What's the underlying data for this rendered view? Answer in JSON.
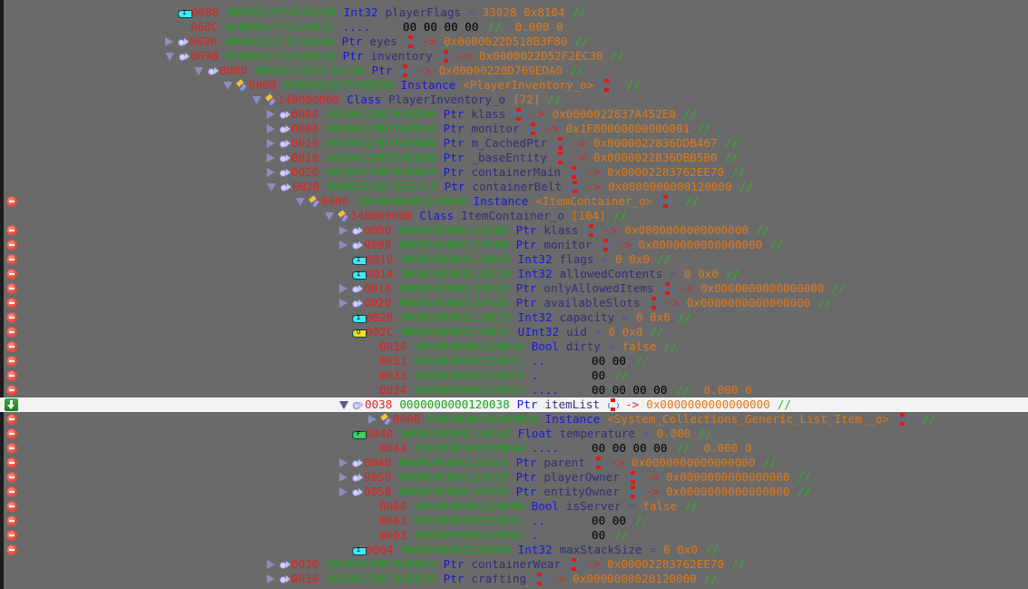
{
  "gutter": {
    "breakpoint_icon": "breakpoint-remove-icon",
    "current_icon": "instruction-pointer-icon"
  },
  "rows": [
    {
      "indent": 196,
      "kind": "int32",
      "offset": "0688",
      "addr": "0000022CF41AAE88",
      "type": "Int32",
      "name": "playerFlags",
      "value": "33028 0x8104",
      "bp": false
    },
    {
      "indent": 196,
      "kind": "pad",
      "offset": "068C",
      "addr": "0000022CF41AAE8C",
      "type": "....",
      "hex": "00 00 00 00",
      "tail": "0.000 0",
      "bp": false
    },
    {
      "indent": 182,
      "kind": "ptr",
      "tw": "c",
      "offset": "0690",
      "addr": "0000022CF41AAE90",
      "type": "Ptr",
      "name": "eyes",
      "target": "0x0000022D518B3F80",
      "bp": false
    },
    {
      "indent": 182,
      "kind": "ptr",
      "tw": "o",
      "offset": "0698",
      "addr": "0000022CF41AAE98",
      "type": "Ptr",
      "name": "inventory",
      "target": "0x0000022D52F2EC30",
      "bp": false
    },
    {
      "indent": 214,
      "kind": "ptr",
      "tw": "o",
      "offset": "0000",
      "addr": "0000022D52F2EC30",
      "type": "Ptr",
      "name": "",
      "target": "0x00000228D769EDA0",
      "bp": false
    },
    {
      "indent": 246,
      "kind": "inst",
      "tw": "o",
      "offset": "0000",
      "addr": "00000228D769EDA0",
      "type": "Instance",
      "name": "<PlayerInventory_o>",
      "bp": false
    },
    {
      "indent": 278,
      "kind": "class",
      "tw": "o",
      "offset": "140000000",
      "type": "Class",
      "name": "PlayerInventory_o",
      "size": "[72]",
      "bp": false
    },
    {
      "indent": 294,
      "kind": "ptr",
      "tw": "c",
      "offset": "0000",
      "addr": "00000228D769EDA0",
      "type": "Ptr",
      "name": "klass",
      "target": "0x0000022837A452E0",
      "bp": false
    },
    {
      "indent": 294,
      "kind": "ptr",
      "tw": "c",
      "offset": "0008",
      "addr": "00000228D769EDA8",
      "type": "Ptr",
      "name": "monitor",
      "target": "0x1F80000000000001",
      "bp": false
    },
    {
      "indent": 294,
      "kind": "ptr",
      "tw": "c",
      "offset": "0010",
      "addr": "00000228D769EDB0",
      "type": "Ptr",
      "name": "m_CachedPtr",
      "target": "0x0000022836DDB467",
      "bp": false
    },
    {
      "indent": 294,
      "kind": "ptr",
      "tw": "c",
      "offset": "0018",
      "addr": "00000228D769EDB8",
      "type": "Ptr",
      "name": "_baseEntity",
      "target": "0x0000022836DBB5B0",
      "bp": false
    },
    {
      "indent": 294,
      "kind": "ptr",
      "tw": "c",
      "offset": "0020",
      "addr": "00000228D769EDC0",
      "type": "Ptr",
      "name": "containerMain",
      "target": "0x00002283762EE70",
      "bp": false
    },
    {
      "indent": 294,
      "kind": "ptr",
      "tw": "o",
      "offset": "0028",
      "addr": "00000228D769EDC8",
      "type": "Ptr",
      "name": "containerBelt",
      "target": "0x0000000000120000",
      "bp": false
    },
    {
      "indent": 326,
      "kind": "inst",
      "tw": "o",
      "offset": "0000",
      "addr": "0000000000120000",
      "type": "Instance",
      "name": "<ItemContainer_o>",
      "bp": true
    },
    {
      "indent": 358,
      "kind": "class",
      "tw": "o",
      "offset": "140000000",
      "type": "Class",
      "name": "ItemContainer_o",
      "size": "[104]",
      "bp": false
    },
    {
      "indent": 374,
      "kind": "ptr",
      "tw": "c",
      "offset": "0000",
      "addr": "0000000000120000",
      "type": "Ptr",
      "name": "klass",
      "target": "0x0000000000000000",
      "bp": true
    },
    {
      "indent": 374,
      "kind": "ptr",
      "tw": "c",
      "offset": "0008",
      "addr": "0000000000120008",
      "type": "Ptr",
      "name": "monitor",
      "target": "0x0000000000000000",
      "bp": true
    },
    {
      "indent": 388,
      "kind": "int32",
      "offset": "0010",
      "addr": "0000000000120010",
      "type": "Int32",
      "name": "flags",
      "value": "0 0x0",
      "bp": true
    },
    {
      "indent": 388,
      "kind": "int32",
      "offset": "0014",
      "addr": "0000000000120014",
      "type": "Int32",
      "name": "allowedContents",
      "value": "0 0x0",
      "bp": true
    },
    {
      "indent": 374,
      "kind": "ptr",
      "tw": "c",
      "offset": "0018",
      "addr": "0000000000120018",
      "type": "Ptr",
      "name": "onlyAllowedItems",
      "target": "0x0000000000000000",
      "bp": true
    },
    {
      "indent": 374,
      "kind": "ptr",
      "tw": "c",
      "offset": "0020",
      "addr": "0000000000120020",
      "type": "Ptr",
      "name": "availableSlots",
      "target": "0x0000000000000000",
      "bp": true
    },
    {
      "indent": 388,
      "kind": "int32",
      "offset": "0028",
      "addr": "0000000000120028",
      "type": "Int32",
      "name": "capacity",
      "value": "0 0x0",
      "bp": true
    },
    {
      "indent": 388,
      "kind": "uint32",
      "offset": "002C",
      "addr": "000000000012002C",
      "type": "UInt32",
      "name": "uid",
      "value": "0 0x0",
      "bp": true
    },
    {
      "indent": 404,
      "kind": "bool",
      "offset": "0030",
      "addr": "0000000000120030",
      "type": "Bool",
      "name": "dirty",
      "value": "false",
      "bp": true
    },
    {
      "indent": 404,
      "kind": "pad",
      "offset": "0031",
      "addr": "0000000000120031",
      "type": "..",
      "hex": "00 00",
      "bp": true
    },
    {
      "indent": 404,
      "kind": "pad",
      "offset": "0033",
      "addr": "0000000000120033",
      "type": ".",
      "hex": "00",
      "bp": true
    },
    {
      "indent": 404,
      "kind": "pad",
      "offset": "0034",
      "addr": "0000000000120034",
      "type": "....",
      "hex": "00 00 00 00",
      "tail": "0.000 0",
      "bp": true
    },
    {
      "indent": 374,
      "kind": "ptr",
      "tw": "o",
      "offset": "0038",
      "addr": "0000000000120038",
      "type": "Ptr",
      "name": "itemList",
      "target": "0x0000000000000000",
      "bp": false,
      "selected": true
    },
    {
      "indent": 406,
      "kind": "inst",
      "tw": "c",
      "offset": "0000",
      "addr": "0000000000000000",
      "type": "Instance",
      "name": "<System_Collections_Generic_List_Item__o>",
      "bp": true
    },
    {
      "indent": 388,
      "kind": "float",
      "offset": "0040",
      "addr": "0000000000120040",
      "type": "Float",
      "name": "temperature",
      "value": "0.000",
      "bp": true
    },
    {
      "indent": 404,
      "kind": "pad",
      "offset": "0044",
      "addr": "0000000000120044",
      "type": "....",
      "hex": "00 00 00 00",
      "tail": "0.000 0",
      "bp": true
    },
    {
      "indent": 374,
      "kind": "ptr",
      "tw": "c",
      "offset": "0048",
      "addr": "0000000000120048",
      "type": "Ptr",
      "name": "parent",
      "target": "0x0000000000000000",
      "bp": true
    },
    {
      "indent": 374,
      "kind": "ptr",
      "tw": "c",
      "offset": "0050",
      "addr": "0000000000120050",
      "type": "Ptr",
      "name": "playerOwner",
      "target": "0x0000000000000000",
      "bp": true
    },
    {
      "indent": 374,
      "kind": "ptr",
      "tw": "c",
      "offset": "0058",
      "addr": "0000000000120058",
      "type": "Ptr",
      "name": "entityOwner",
      "target": "0x0000000000000000",
      "bp": true
    },
    {
      "indent": 404,
      "kind": "bool",
      "offset": "0060",
      "addr": "0000000000120060",
      "type": "Bool",
      "name": "isServer",
      "value": "false",
      "bp": true
    },
    {
      "indent": 404,
      "kind": "pad",
      "offset": "0061",
      "addr": "0000000000120061",
      "type": "..",
      "hex": "00 00",
      "bp": true
    },
    {
      "indent": 404,
      "kind": "pad",
      "offset": "0063",
      "addr": "0000000000120063",
      "type": ".",
      "hex": "00",
      "bp": true
    },
    {
      "indent": 388,
      "kind": "int32",
      "offset": "0064",
      "addr": "0000000000120064",
      "type": "Int32",
      "name": "maxStackSize",
      "value": "0 0x0",
      "bp": true
    },
    {
      "indent": 294,
      "kind": "ptr",
      "tw": "c",
      "offset": "0030",
      "addr": "00000228D769EDD0",
      "type": "Ptr",
      "name": "containerWear",
      "target": "0x00002283762EE70",
      "bp": false
    },
    {
      "indent": 294,
      "kind": "ptr",
      "tw": "c",
      "offset": "0038",
      "addr": "00000228D769EDD8",
      "type": "Ptr",
      "name": "crafting",
      "target": "0x0000000020120000",
      "bp": false
    }
  ],
  "labels": {
    "arrow": "->",
    "comment": "//",
    "eq": "="
  }
}
